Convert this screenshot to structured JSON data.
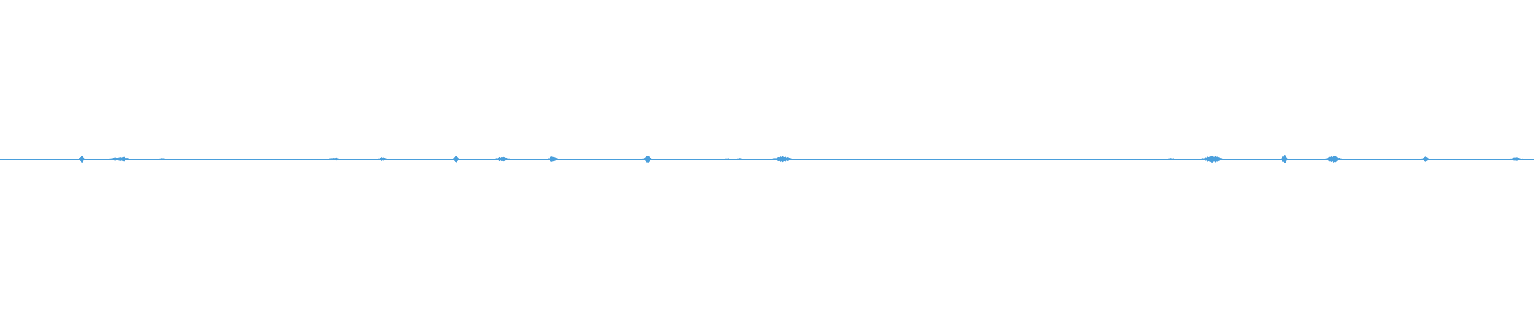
{
  "waveform": {
    "color": "#4a9fdc",
    "background": "#ffffff",
    "baseline_amplitude": 0.003,
    "noise_amplitude": 0.02,
    "amplitude_scale": 0.05,
    "bursts": [
      {
        "t": 0.053,
        "amp": 0.26,
        "width": 0.0012
      },
      {
        "t": 0.075,
        "amp": 0.08,
        "width": 0.0035
      },
      {
        "t": 0.08,
        "amp": 0.14,
        "width": 0.0035
      },
      {
        "t": 0.105,
        "amp": 0.06,
        "width": 0.0025
      },
      {
        "t": 0.218,
        "amp": 0.09,
        "width": 0.003
      },
      {
        "t": 0.249,
        "amp": 0.12,
        "width": 0.0025
      },
      {
        "t": 0.297,
        "amp": 0.22,
        "width": 0.0015
      },
      {
        "t": 0.327,
        "amp": 0.14,
        "width": 0.004
      },
      {
        "t": 0.36,
        "amp": 0.18,
        "width": 0.0025
      },
      {
        "t": 0.422,
        "amp": 0.24,
        "width": 0.002
      },
      {
        "t": 0.474,
        "amp": 0.05,
        "width": 0.002
      },
      {
        "t": 0.482,
        "amp": 0.07,
        "width": 0.002
      },
      {
        "t": 0.51,
        "amp": 0.18,
        "width": 0.0045
      },
      {
        "t": 0.763,
        "amp": 0.06,
        "width": 0.002
      },
      {
        "t": 0.79,
        "amp": 0.24,
        "width": 0.005
      },
      {
        "t": 0.837,
        "amp": 0.28,
        "width": 0.0015
      },
      {
        "t": 0.869,
        "amp": 0.2,
        "width": 0.0035
      },
      {
        "t": 0.929,
        "amp": 0.2,
        "width": 0.0015
      },
      {
        "t": 0.988,
        "amp": 0.1,
        "width": 0.003
      }
    ],
    "noise_regions": [
      [
        0.0,
        0.06
      ],
      [
        0.13,
        0.22
      ],
      [
        0.36,
        0.42
      ],
      [
        0.5,
        0.6
      ],
      [
        0.7,
        0.78
      ],
      [
        0.86,
        1.0
      ]
    ]
  }
}
